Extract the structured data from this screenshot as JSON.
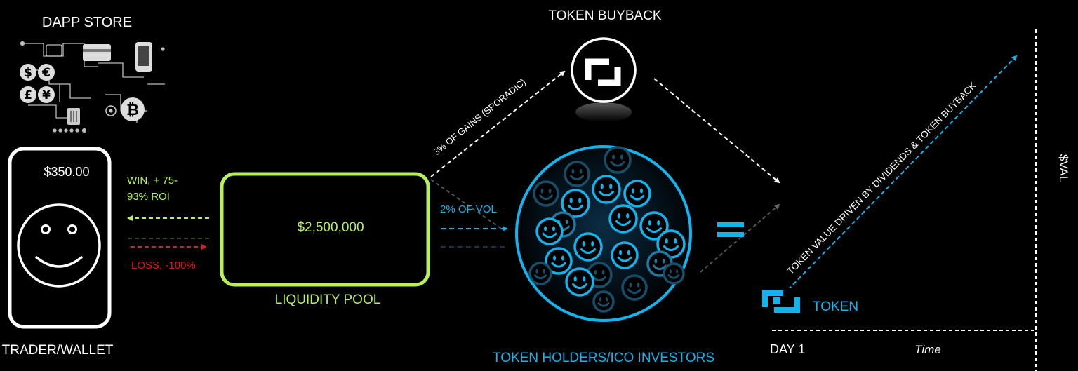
{
  "labels": {
    "dapp_store": "DAPP STORE",
    "token_buyback": "TOKEN BUYBACK",
    "balance": "$350.00",
    "win_line1": "WIN, + 75-",
    "win_line2": "93% ROI",
    "loss": "LOSS, -100%",
    "pool_amount": "$2,500,000",
    "liquidity_pool": "LIQUIDITY POOL",
    "trader_wallet": "TRADER/WALLET",
    "gains": "3% OF GAINS (SPORADIC)",
    "vol": "2% OF VOL",
    "holders": "TOKEN HOLDERS/ICO INVESTORS",
    "token": "TOKEN",
    "day1": "DAY 1",
    "time": "Time",
    "val": "$VAL",
    "driven": "TOKEN VALUE DRIVEN BY DIVIDENDS & TOKEN BUYBACK",
    "equals": "="
  },
  "colors": {
    "background": "#000000",
    "green": "#b8f05a",
    "cyan": "#12b4ee",
    "red": "#e8151b",
    "white": "#ffffff"
  },
  "icons": [
    "dapp-store-illustration",
    "smiley-face-icon",
    "token-logo-icon",
    "arrow-icon"
  ]
}
